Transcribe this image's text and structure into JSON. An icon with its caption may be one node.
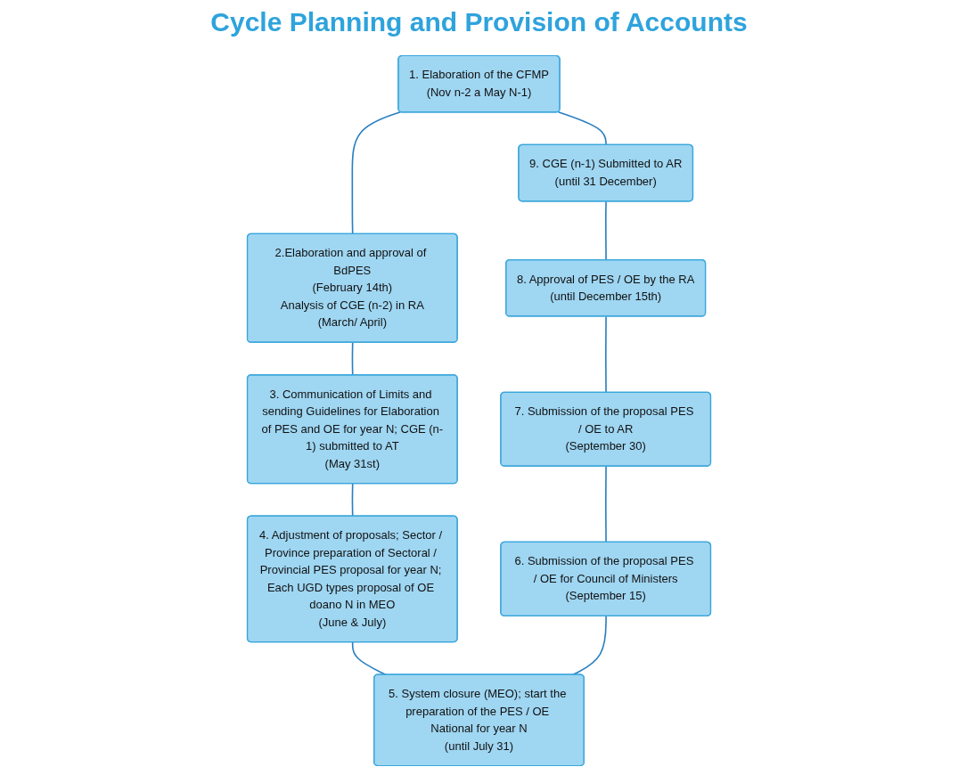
{
  "diagram": {
    "title": "Cycle Planning and Provision of Accounts",
    "nodes": [
      {
        "text": [
          "1. Elaboration of the CFMP",
          "(Nov n-2 a May N-1)"
        ]
      },
      {
        "text": [
          "2.Elaboration and approval of BdPES",
          "(February 14th)",
          "Analysis of CGE (n-2) in RA",
          "(March/ April)"
        ]
      },
      {
        "text": [
          "3. Communication of Limits and sending Guidelines for Elaboration of PES and OE for year N; CGE (n-1) submitted to AT",
          "(May 31st)"
        ]
      },
      {
        "text": [
          "4. Adjustment of proposals; Sector / Province preparation of Sectoral / Provincial PES proposal for year N; Each UGD types proposal of OE doano N in MEO",
          "(June & July)"
        ]
      },
      {
        "text": [
          "5. System closure (MEO); start the preparation of the PES / OE National for year N",
          "(until July 31)"
        ]
      },
      {
        "text": [
          "6. Submission of the proposal PES / OE for Council of Ministers",
          "(September 15)"
        ]
      },
      {
        "text": [
          "7. Submission of the proposal PES / OE to AR",
          "(September 30)"
        ]
      },
      {
        "text": [
          "8. Approval of PES / OE by the RA",
          "(until December 15th)"
        ]
      },
      {
        "text": [
          "9. CGE (n-1) Submitted to AR",
          "(until 31 December)"
        ]
      }
    ],
    "edges": [
      {
        "from": 0,
        "to": 1,
        "arrow": "none"
      },
      {
        "from": 1,
        "to": 2,
        "arrow": "none"
      },
      {
        "from": 2,
        "to": 3,
        "arrow": "none"
      },
      {
        "from": 3,
        "to": 4,
        "arrow": "none"
      },
      {
        "from": 4,
        "to": 5,
        "arrow": "none"
      },
      {
        "from": 5,
        "to": 6,
        "arrow": "none"
      },
      {
        "from": 6,
        "to": 7,
        "arrow": "none"
      },
      {
        "from": 7,
        "to": 8,
        "arrow": "none"
      },
      {
        "from": 8,
        "to": 0,
        "arrow": "none"
      }
    ]
  }
}
